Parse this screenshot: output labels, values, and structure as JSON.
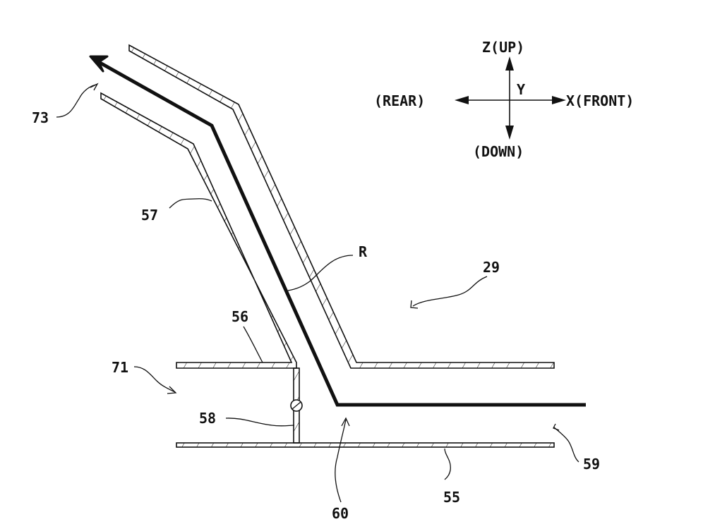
{
  "labels": {
    "duct_outlet": "73",
    "rear_duct_wall": "57",
    "route": "R",
    "cabin": "29",
    "upper_plate": "56",
    "rear_passage": "71",
    "partition": "58",
    "opening": "60",
    "lower_plate": "55",
    "front_passage": "59"
  },
  "axes": {
    "up": "Z(UP)",
    "down": "(DOWN)",
    "rear": "(REAR)",
    "front": "X(FRONT)",
    "y": "Y"
  }
}
